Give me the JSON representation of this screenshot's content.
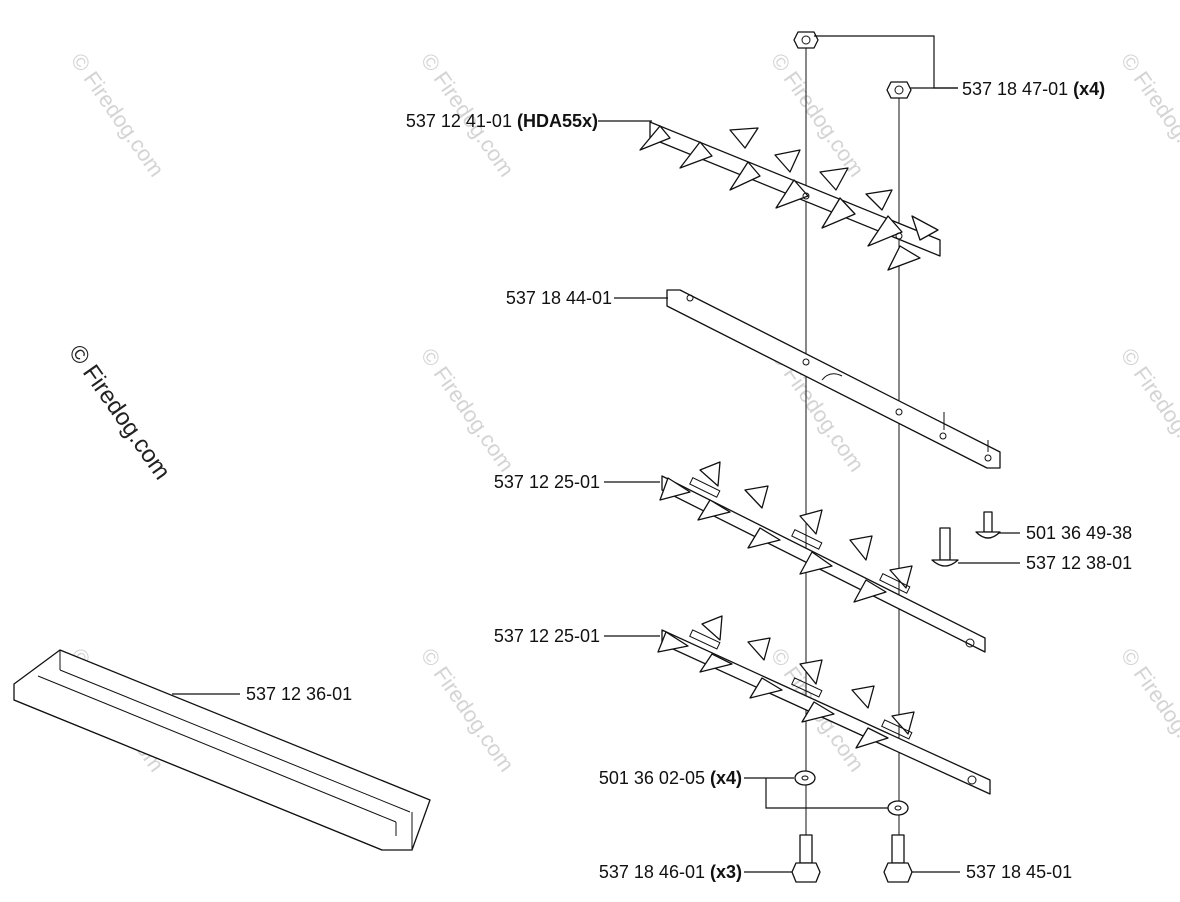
{
  "watermark": {
    "main": "© Firedog.com",
    "faint": "© Firedog.com"
  },
  "parts": [
    {
      "id": "upper-blade",
      "number": "537 12 41-01",
      "suffix": "(HDA55x)"
    },
    {
      "id": "nut",
      "number": "537 18 47-01",
      "suffix": "(x4)"
    },
    {
      "id": "guide-bar",
      "number": "537 18 44-01",
      "suffix": ""
    },
    {
      "id": "lower-blade-1",
      "number": "537 12 25-01",
      "suffix": ""
    },
    {
      "id": "screw-small",
      "number": "501 36 49-38",
      "suffix": ""
    },
    {
      "id": "screw-long",
      "number": "537 12 38-01",
      "suffix": ""
    },
    {
      "id": "lower-blade-2",
      "number": "537 12 25-01",
      "suffix": ""
    },
    {
      "id": "blade-guard",
      "number": "537 12 36-01",
      "suffix": ""
    },
    {
      "id": "washer",
      "number": "501 36 02-05",
      "suffix": "(x4)"
    },
    {
      "id": "bolt-left",
      "number": "537 18 46-01",
      "suffix": "(x3)"
    },
    {
      "id": "bolt-right",
      "number": "537 18 45-01",
      "suffix": ""
    }
  ]
}
